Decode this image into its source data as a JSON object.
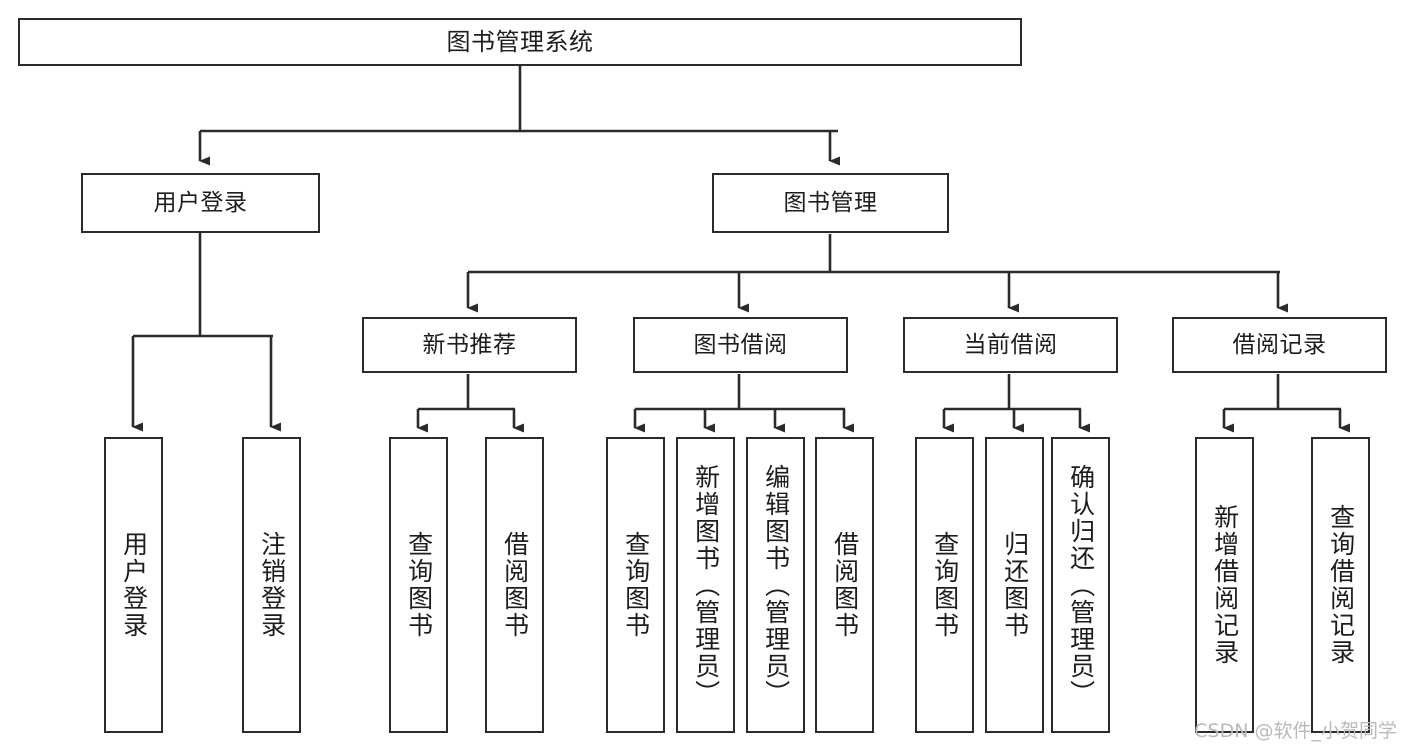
{
  "diagram": {
    "type": "tree",
    "title": "图书管理系统",
    "watermark": "CSDN @软件_小贺同学",
    "colors": {
      "background": "#ffffff",
      "box_fill": "#ffffff",
      "box_border": "#2b2b2b",
      "edge": "#2b2b2b",
      "text": "#1d1d1d",
      "watermark": "#b9b9b9"
    },
    "nodes": {
      "root": {
        "label": "图书管理系统"
      },
      "level1": [
        {
          "id": "user-login",
          "label": "用户登录"
        },
        {
          "id": "book-manage",
          "label": "图书管理"
        }
      ],
      "level2": [
        {
          "id": "new-book-rec",
          "label": "新书推荐"
        },
        {
          "id": "book-borrow",
          "label": "图书借阅"
        },
        {
          "id": "current-borrow",
          "label": "当前借阅"
        },
        {
          "id": "borrow-record",
          "label": "借阅记录"
        }
      ],
      "leaves": {
        "user-login": [
          {
            "id": "leaf-user-login",
            "label": "用户登录"
          },
          {
            "id": "leaf-logout-login",
            "label": "注销登录"
          }
        ],
        "new-book-rec": [
          {
            "id": "leaf-query-book-1",
            "label": "查询图书"
          },
          {
            "id": "leaf-borrow-book-1",
            "label": "借阅图书"
          }
        ],
        "book-borrow": [
          {
            "id": "leaf-query-book-2",
            "label": "查询图书"
          },
          {
            "id": "leaf-add-book",
            "label": "新增图书（管理员）"
          },
          {
            "id": "leaf-edit-book",
            "label": "编辑图书（管理员）"
          },
          {
            "id": "leaf-borrow-book-2",
            "label": "借阅图书"
          }
        ],
        "current-borrow": [
          {
            "id": "leaf-query-book-3",
            "label": "查询图书"
          },
          {
            "id": "leaf-return-book",
            "label": "归还图书"
          },
          {
            "id": "leaf-confirm-return",
            "label": "确认归还（管理员）"
          }
        ],
        "borrow-record": [
          {
            "id": "leaf-add-record",
            "label": "新增借阅记录"
          },
          {
            "id": "leaf-query-record",
            "label": "查询借阅记录"
          }
        ]
      }
    }
  }
}
